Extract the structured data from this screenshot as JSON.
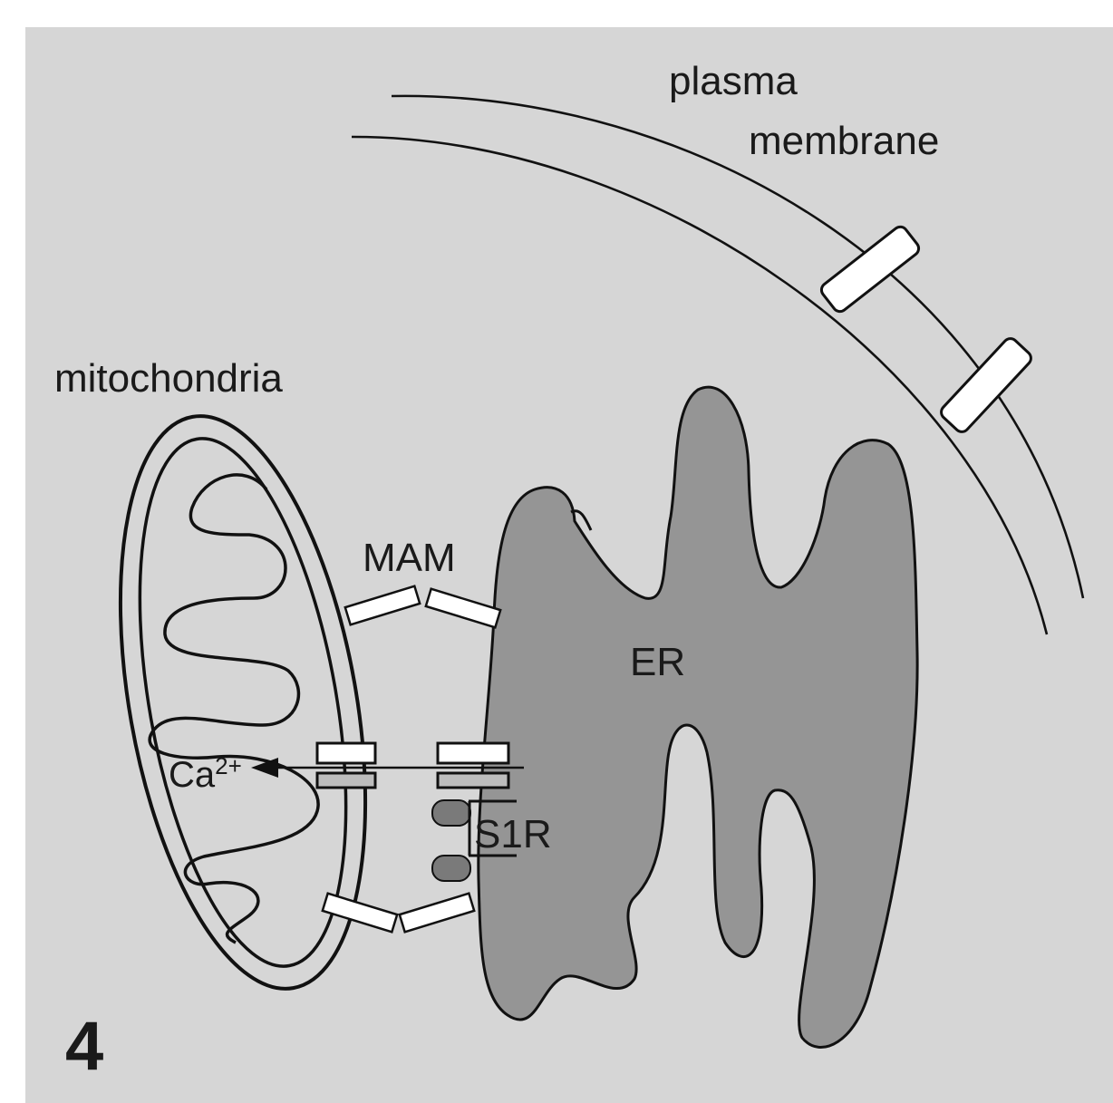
{
  "labels": {
    "plasma": "plasma",
    "membrane": "membrane",
    "mitochondria": "mitochondria",
    "mam": "MAM",
    "er": "ER",
    "ca_base": "Ca",
    "ca_sup": "2+",
    "s1r": "S1R",
    "panel_number": "4"
  },
  "colors": {
    "background": "#d6d6d6",
    "er_fill": "#959595",
    "stroke": "#111111",
    "channel_fill": "#ffffff",
    "s1r_fill": "#7a7a7a"
  },
  "icons": {
    "arrow": "arrow-left-icon"
  }
}
